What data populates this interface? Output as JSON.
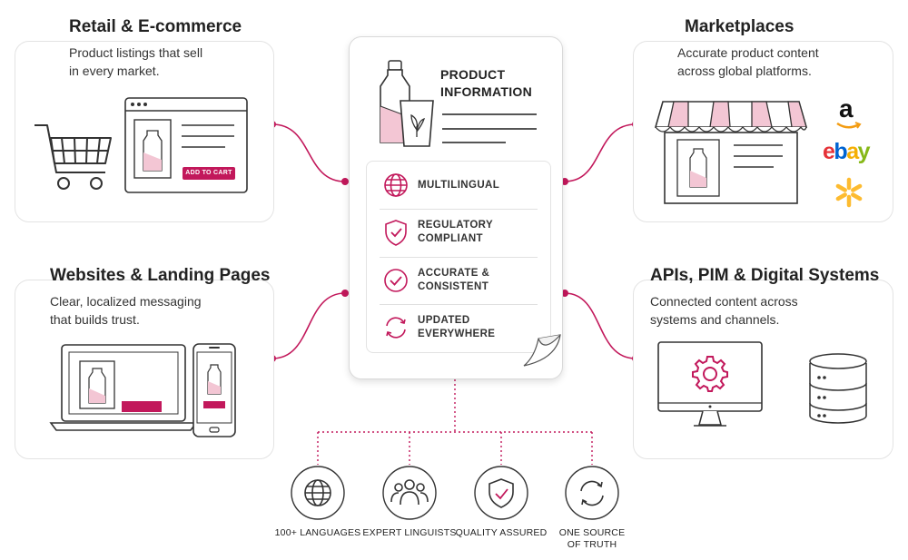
{
  "cards": {
    "retail": {
      "title": "Retail & E-commerce",
      "sub": [
        "Product listings that sell",
        "in every market."
      ],
      "button": "ADD TO CART"
    },
    "web": {
      "title": "Websites & Landing Pages",
      "sub": [
        "Clear, localized messaging",
        "that builds trust."
      ]
    },
    "market": {
      "title": "Marketplaces",
      "sub": [
        "Accurate product content",
        "across global platforms."
      ],
      "logos": [
        "a",
        "ebay"
      ]
    },
    "api": {
      "title": "APIs, PIM & Digital Systems",
      "sub": [
        "Connected content across",
        "systems and channels."
      ]
    }
  },
  "doc": {
    "title": [
      "PRODUCT",
      "INFORMATION"
    ],
    "features": [
      {
        "icon": "globe-icon",
        "label": [
          "MULTILINGUAL"
        ]
      },
      {
        "icon": "shield-check-icon",
        "label": [
          "REGULATORY",
          "COMPLIANT"
        ]
      },
      {
        "icon": "check-circle-icon",
        "label": [
          "ACCURATE &",
          "CONSISTENT"
        ]
      },
      {
        "icon": "sync-icon",
        "label": [
          "UPDATED",
          "EVERYWHERE"
        ]
      }
    ]
  },
  "bottom": [
    {
      "icon": "globe-icon",
      "label": [
        "100+ LANGUAGES"
      ]
    },
    {
      "icon": "people-icon",
      "label": [
        "EXPERT LINGUISTS"
      ]
    },
    {
      "icon": "shield-check-icon",
      "label": [
        "QUALITY ASSURED"
      ]
    },
    {
      "icon": "sync-icon",
      "label": [
        "ONE SOURCE",
        "OF TRUTH"
      ]
    }
  ],
  "colors": {
    "accent": "#c2185b",
    "accent_light": "#f3c6d4",
    "line": "#333333",
    "border": "#e3e3e3"
  }
}
